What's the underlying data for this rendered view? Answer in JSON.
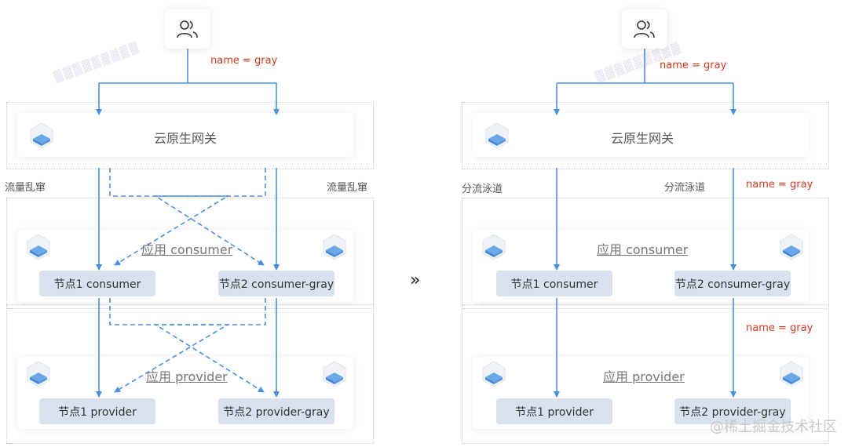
{
  "left": {
    "gateway_label": "云原生网关",
    "header_value": "name = gray",
    "flow_left": "流量乱窜",
    "flow_right": "流量乱窜",
    "consumer_app": "应用 consumer",
    "provider_app": "应用 provider",
    "node_consumer": "节点1 consumer",
    "node_consumer_gray": "节点2 consumer-gray",
    "node_provider": "节点1 provider",
    "node_provider_gray": "节点2 provider-gray"
  },
  "right": {
    "gateway_label": "云原生网关",
    "header_value": "name = gray",
    "flow_left": "分流泳道",
    "flow_right": "分流泳道",
    "header_gateway": "name = gray",
    "header_consumer": "name = gray",
    "consumer_app": "应用 consumer",
    "provider_app": "应用 provider",
    "node_consumer": "节点1 consumer",
    "node_consumer_gray": "节点2 consumer-gray",
    "node_provider": "节点1 provider",
    "node_provider_gray": "节点2 provider-gray"
  },
  "transition_arrow": "»",
  "footer": "@稀土掘金技术社区",
  "icons": [
    "user-group-icon",
    "cube-icon"
  ],
  "colors": {
    "line": "#4a90e2",
    "node": "#d7e2ee",
    "header": "#d23b1e"
  }
}
